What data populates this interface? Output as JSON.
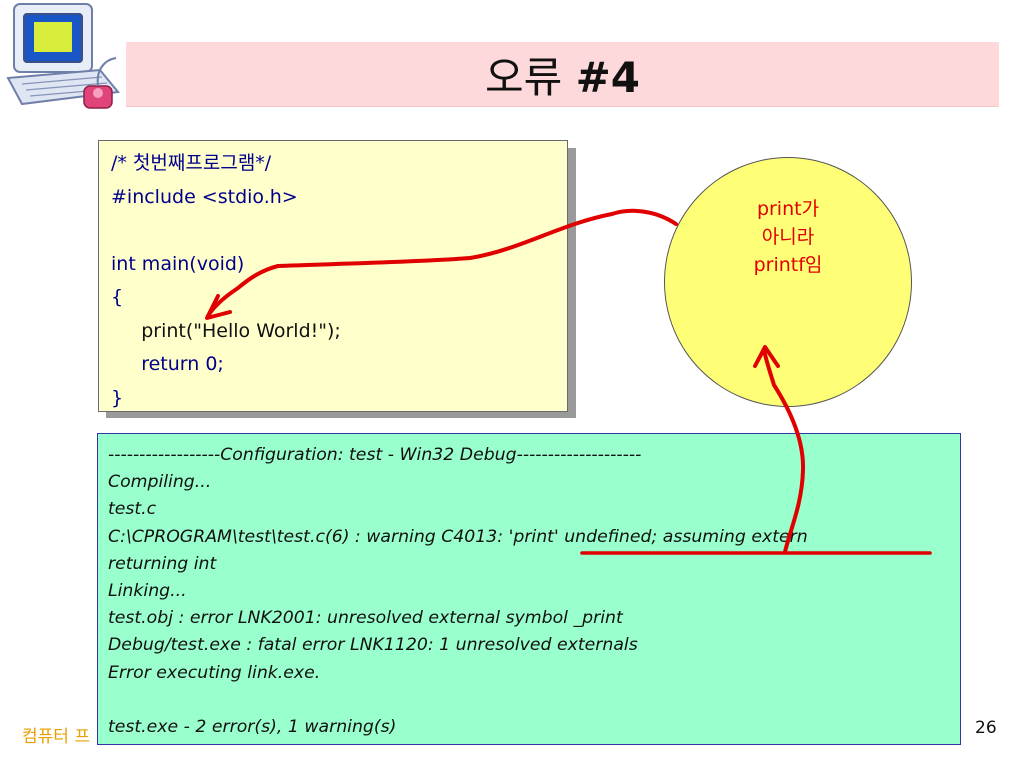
{
  "slide": {
    "title_prefix": "오류 ",
    "title_number": "#4",
    "page_number": "26",
    "footer_text": "컴퓨터 프"
  },
  "code": {
    "lines": [
      "/* 첫번째프로그램*/",
      "#include <stdio.h>",
      "",
      "int main(void)",
      "{",
      "     print(\"Hello World!\");",
      "     return 0;",
      "}"
    ]
  },
  "callout": {
    "lines": [
      "print가",
      "아니라",
      "printf임"
    ]
  },
  "output": {
    "lines": [
      "------------------Configuration: test - Win32 Debug--------------------",
      "Compiling...",
      "test.c",
      "C:\\CPROGRAM\\test\\test.c(6) : warning C4013: 'print' undefined; assuming extern",
      "returning int",
      "Linking...",
      "test.obj : error LNK2001: unresolved external symbol _print",
      "Debug/test.exe : fatal error LNK1120: 1 unresolved externals",
      "Error executing link.exe.",
      "",
      "test.exe - 2 error(s), 1 warning(s)"
    ]
  },
  "colors": {
    "title_bg": "#fdd9dc",
    "code_bg": "#ffffcc",
    "callout_bg": "#ffff77",
    "output_bg": "#99ffcc",
    "annotation_red": "#e00000"
  }
}
